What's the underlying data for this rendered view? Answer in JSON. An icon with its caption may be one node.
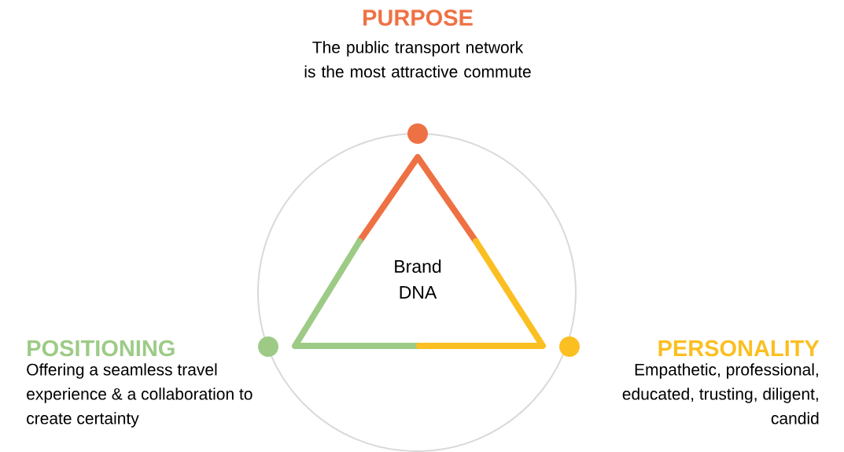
{
  "diagram": {
    "nodes": [
      {
        "text": [],
        "shape": "circle",
        "beside": [
          "PURPOSE",
          "The public transport network is the most attractive commute"
        ]
      },
      {
        "text": [
          "Brand DNA"
        ]
      },
      {
        "text": [],
        "shape": "circle",
        "beside": [
          "POSITIONING",
          "Offering a seamless travel experience & a collaboration to create certainty"
        ]
      },
      {
        "text": [],
        "shape": "circle",
        "beside": [
          "PERSONALITY",
          "Empathetic, professional, educated, trusting, diligent, candid"
        ]
      }
    ]
  }
}
